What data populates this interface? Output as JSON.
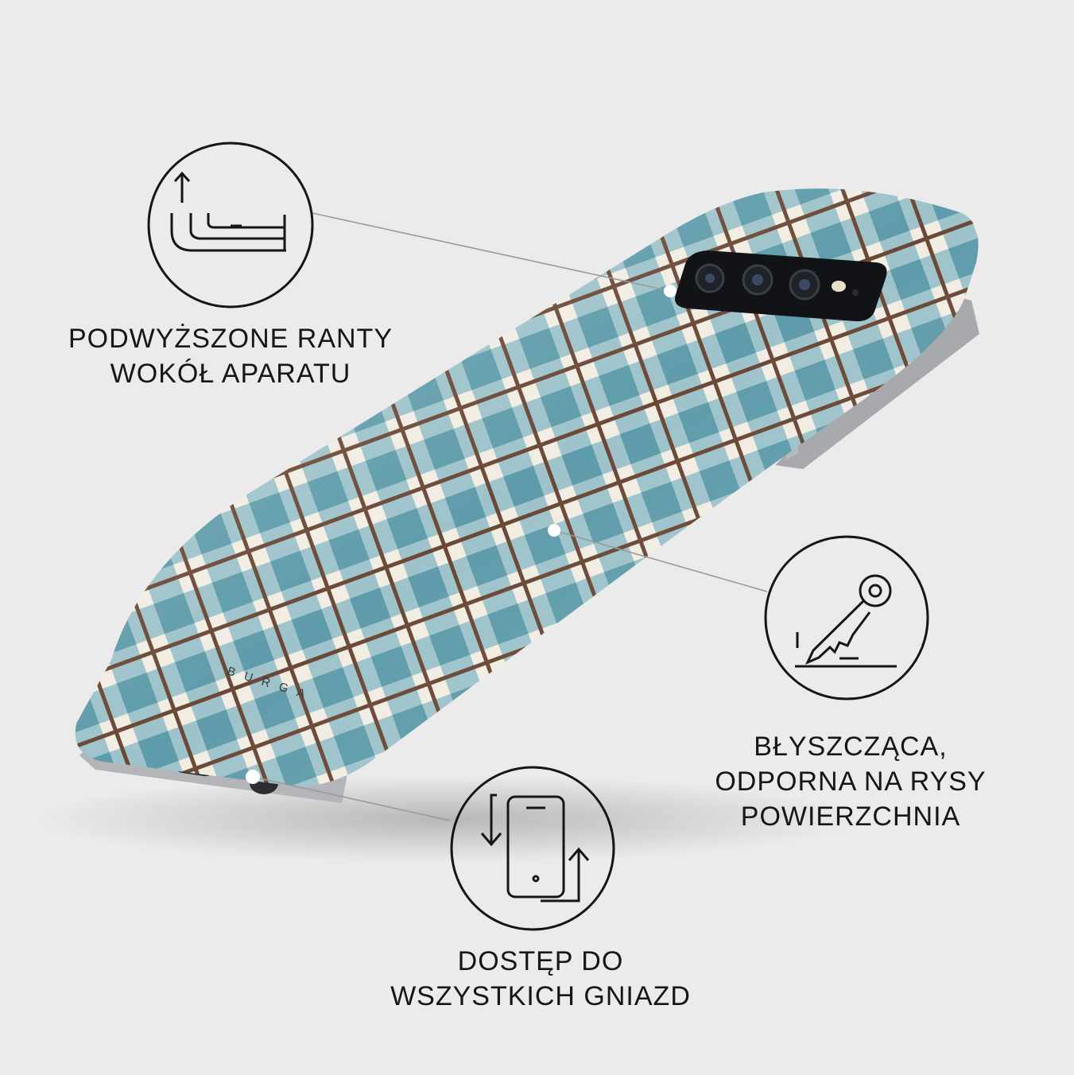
{
  "features": {
    "camera": {
      "lines": [
        "PODWYŻSZONE RANTY",
        "WOKÓŁ APARATU"
      ],
      "icon": "raised-edge-icon"
    },
    "surface": {
      "lines": [
        "BŁYSZCZĄCA,",
        "ODPORNA NA RYSY",
        "POWIERZCHNIA"
      ],
      "icon": "key-scratch-icon"
    },
    "ports": {
      "lines": [
        "DOSTĘP DO",
        "WSZYSTKICH GNIAZD"
      ],
      "icon": "phone-rotate-icon"
    }
  },
  "product": {
    "brand": "BURGA"
  },
  "colors": {
    "background": "#ebebeb",
    "plaid_blue": "#6aa3b0",
    "plaid_light": "#a9ccd3",
    "plaid_cream": "#f2ede3",
    "plaid_brown": "#6b4836",
    "camera_black": "#111317",
    "frame_grey": "#8d9096"
  }
}
